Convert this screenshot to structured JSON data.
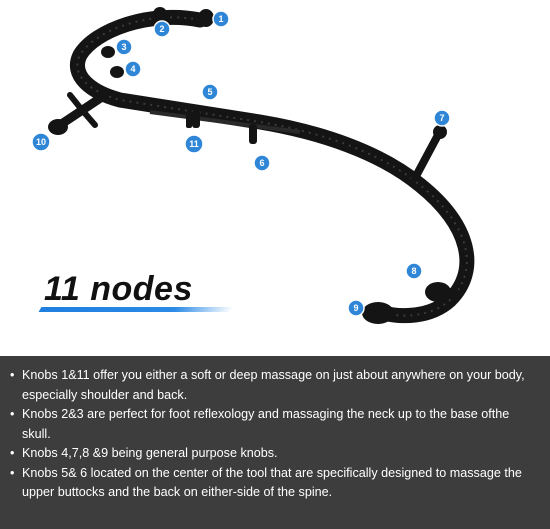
{
  "headline": "11 nodes",
  "badges": [
    "1",
    "2",
    "3",
    "4",
    "5",
    "6",
    "7",
    "8",
    "9",
    "10",
    "11"
  ],
  "colors": {
    "tool": "#141414",
    "badge": "#2f86d6",
    "accent_bar": "#1f7fe0",
    "panel_bg": "#3d3d3d",
    "panel_text": "#ffffff"
  },
  "bullets": [
    "Knobs 1&11 offer you either a soft or deep massage on just about anywhere on your body, especially shoulder and back.",
    "Knobs 2&3 are perfect for foot reflexology and massaging the neck up to the base ofthe skull.",
    "Knobs 4,7,8 &9 being general purpose knobs.",
    "Knobs 5& 6 located on the center of the tool that are specifically designed to massage the upper buttocks and the back on either-side of the spine."
  ]
}
